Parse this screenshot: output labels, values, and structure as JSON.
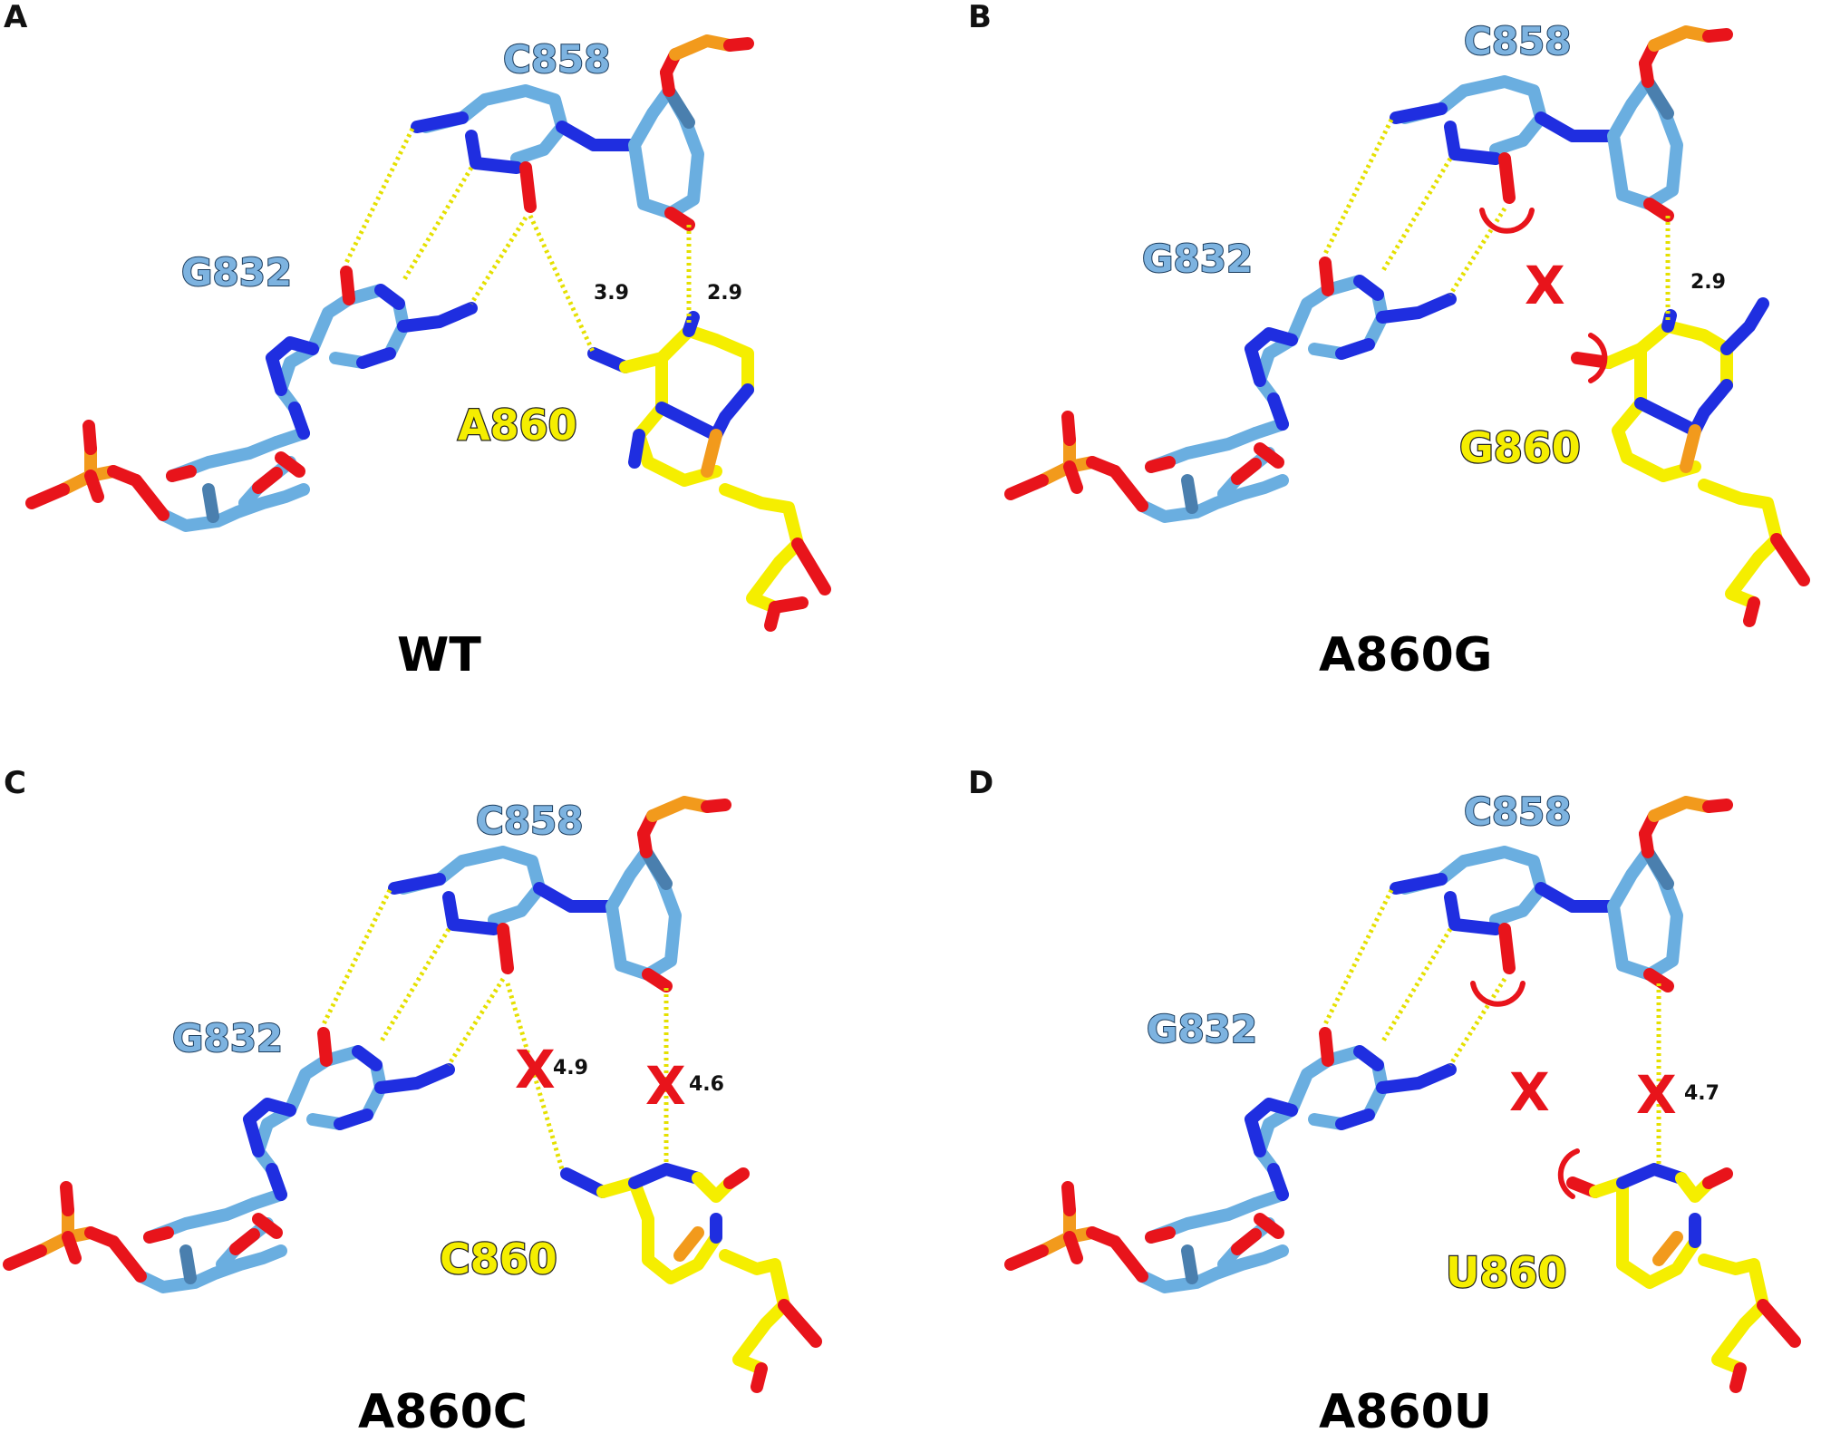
{
  "panels": [
    {
      "letter": "A",
      "residues": {
        "c858": "C858",
        "g832": "G832",
        "mut": "A860"
      },
      "distances": [
        "3.9",
        "2.9"
      ],
      "caption": "WT"
    },
    {
      "letter": "B",
      "residues": {
        "c858": "C858",
        "g832": "G832",
        "mut": "G860"
      },
      "distances": [
        "2.9"
      ],
      "lost_bond_marker": "X",
      "caption": "A860G"
    },
    {
      "letter": "C",
      "residues": {
        "c858": "C858",
        "g832": "G832",
        "mut": "C860"
      },
      "distances": [
        "4.9",
        "4.6"
      ],
      "lost_bond_marker": "X",
      "caption": "A860C"
    },
    {
      "letter": "D",
      "residues": {
        "c858": "C858",
        "g832": "G832",
        "mut": "U860"
      },
      "distances": [
        "4.7"
      ],
      "lost_bond_marker": "X",
      "caption": "A860U"
    }
  ],
  "colors": {
    "nucleotide_carbon": "#6aaee0",
    "nucleotide_carbon_dark": "#4a7fae",
    "nitrogen": "#1f2ee0",
    "oxygen": "#e8141b",
    "phosphorus": "#f29a1c",
    "mutant_carbon": "#f5ee00",
    "hbond": "#e5e000",
    "clash": "#e8141b"
  }
}
